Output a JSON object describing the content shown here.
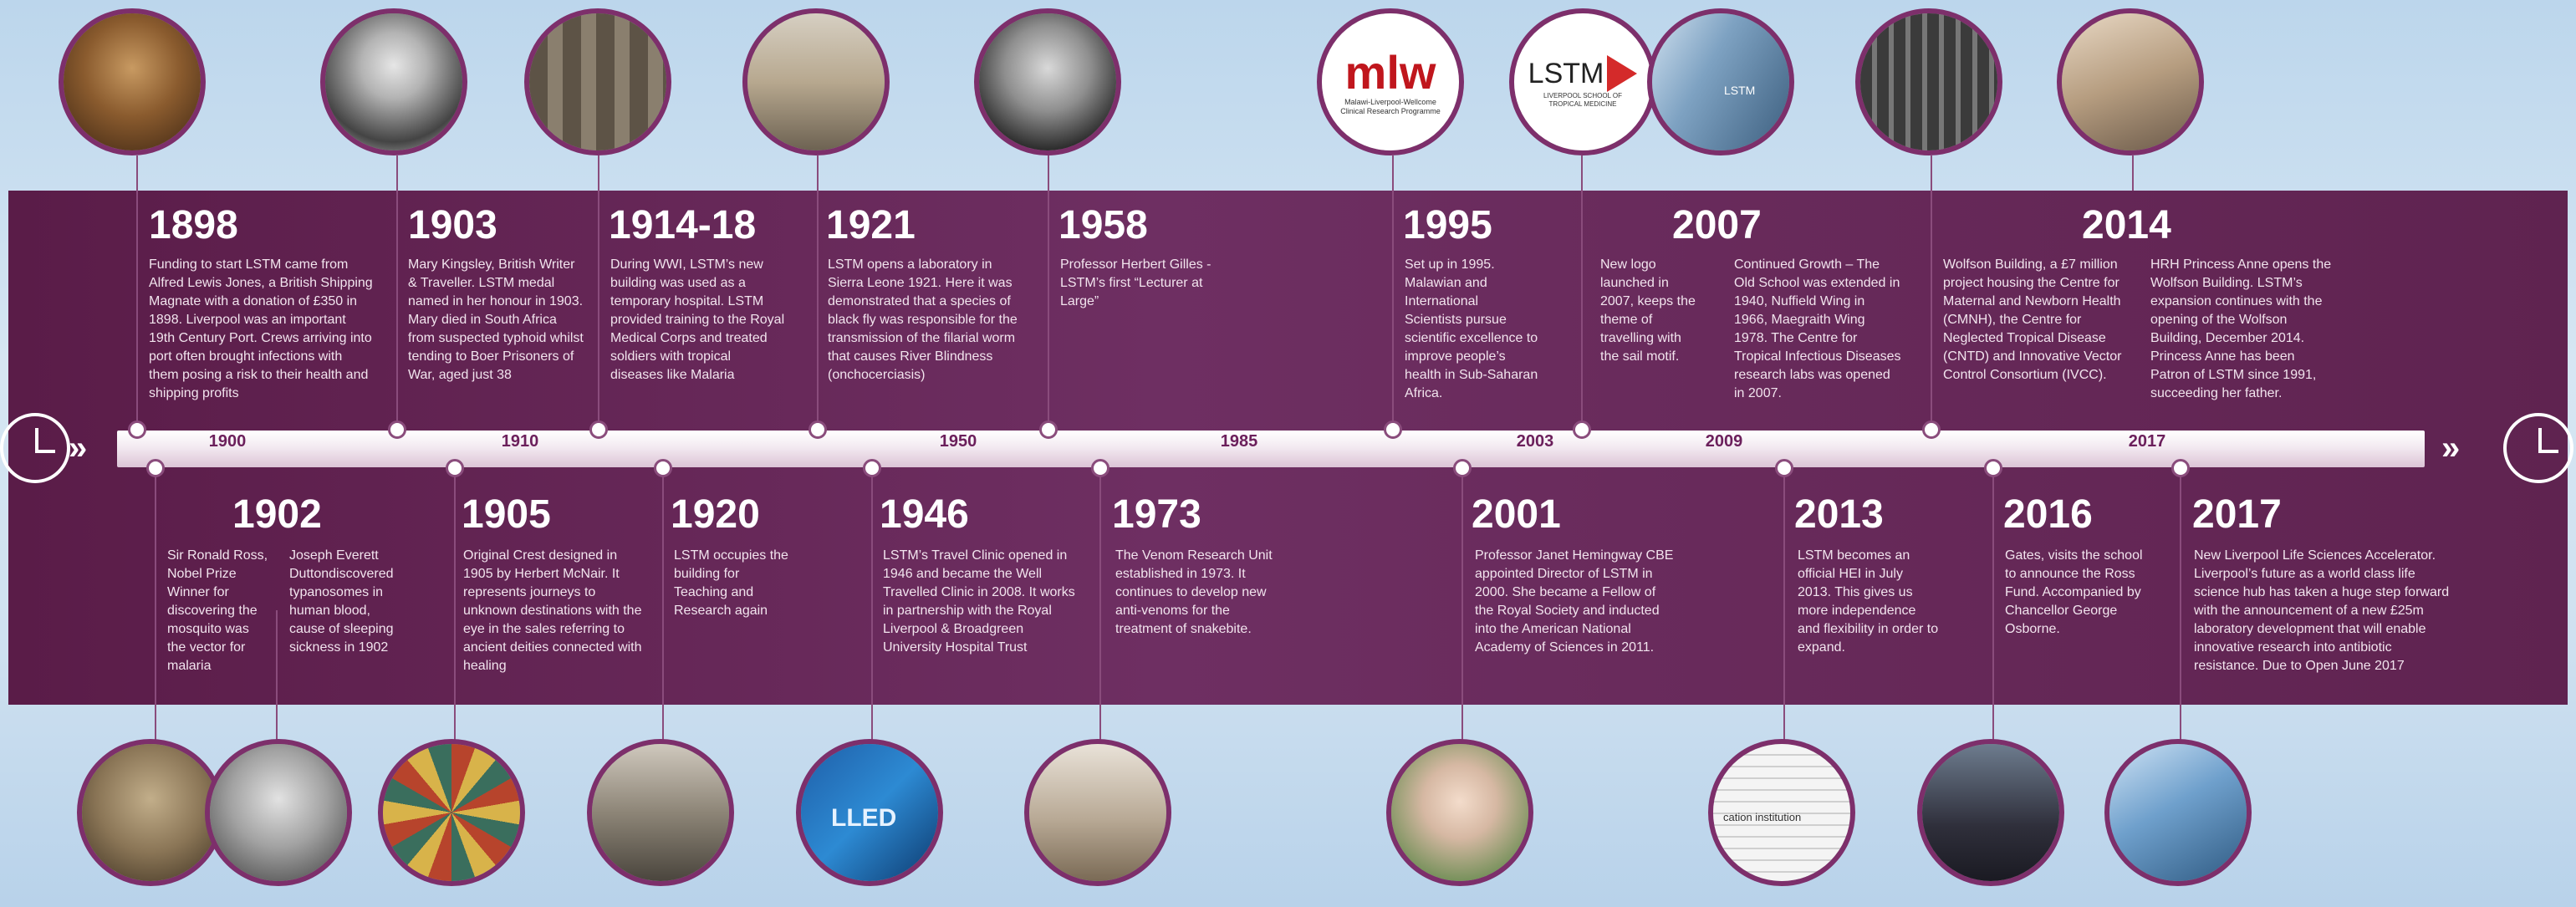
{
  "decades": [
    "1900",
    "1910",
    "1950",
    "1985",
    "2003",
    "2009",
    "2017"
  ],
  "top": [
    {
      "year": "1898",
      "text": "Funding to start LSTM came from Alfred Lewis Jones, a British Shipping Magnate with a donation of £350 in 1898. Liverpool was an important 19th Century Port. Crews arriving into port often brought infections with them posing a risk to their health and shipping profits"
    },
    {
      "year": "1903",
      "text": "Mary Kingsley, British Writer & Traveller. LSTM medal named in her honour in 1903. Mary died in South Africa from suspected typhoid whilst tending to Boer Prisoners of War, aged just 38"
    },
    {
      "year": "1914-18",
      "text": "During WWI, LSTM’s new building was used as a temporary hospital. LSTM provided training to the Royal Medical Corps and treated soldiers with tropical diseases like Malaria"
    },
    {
      "year": "1921",
      "text": "LSTM opens a laboratory in Sierra Leone 1921. Here it was demonstrated that a species of black fly was responsible for the transmission of the filarial worm that causes River Blindness (onchocerciasis)"
    },
    {
      "year": "1958",
      "text": "Professor Herbert Gilles - LSTM’s first “Lecturer at Large”"
    },
    {
      "year": "1995",
      "text": "Set up in 1995. Malawian and International Scientists pursue scientific excellence to improve people’s health in Sub-Saharan Africa."
    },
    {
      "year": "2007",
      "text_a": "New logo launched in 2007, keeps the theme of travelling with the sail motif.",
      "text_b": "Continued Growth – The Old School was extended in 1940, Nuffield Wing in 1966, Maegraith Wing 1978. The Centre for Tropical Infectious Diseases research labs was opened in 2007."
    },
    {
      "year": "2014",
      "text_a": "Wolfson Building, a £7 million project housing the Centre for Maternal and Newborn Health (CMNH), the Centre for Neglected Tropical Disease (CNTD) and Innovative Vector Control Consortium (IVCC).",
      "text_b": "HRH Princess Anne opens the Wolfson Building. LSTM’s expansion continues with the opening of the Wolfson Building, December 2014. Princess Anne has been Patron of LSTM since 1991, succeeding her father."
    }
  ],
  "bottom": [
    {
      "year": "1902",
      "text_a": "Sir Ronald Ross, Nobel Prize Winner for discovering the mosquito was the vector for malaria",
      "text_b": "Joseph Everett Duttondiscovered typanosomes in human blood, cause of sleeping sickness in 1902"
    },
    {
      "year": "1905",
      "text": "Original Crest designed in 1905 by Herbert McNair. It represents journeys to unknown destinations with the eye in the sales referring to ancient deities connected with healing"
    },
    {
      "year": "1920",
      "text": "LSTM occupies the building for Teaching and Research again"
    },
    {
      "year": "1946",
      "text": "LSTM’s Travel Clinic opened in 1946 and became the Well Travelled Clinic in 2008. It works in partnership with the Royal Liverpool & Broadgreen University Hospital Trust"
    },
    {
      "year": "1973",
      "text": "The Venom Research Unit established in 1973. It continues to develop new anti-venoms for the treatment of snakebite."
    },
    {
      "year": "2001",
      "text": "Professor Janet Hemingway CBE appointed Director of LSTM in 2000. She became a Fellow of the Royal Society and inducted into the American National Academy of Sciences in 2011."
    },
    {
      "year": "2013",
      "text": "LSTM becomes an official HEI in July 2013. This gives us more independence and flexibility in order to expand."
    },
    {
      "year": "2016",
      "text": "Gates, visits the school to announce the Ross Fund. Accompanied by Chancellor George Osborne."
    },
    {
      "year": "2017",
      "text": "New Liverpool Life Sciences Accelerator. Liverpool’s future as a world class life science hub has taken a huge step forward with the announcement of a new £25m laboratory development that will enable innovative research into antibiotic resistance. Due to Open June 2017"
    }
  ],
  "logos": {
    "mlw_mark": "mlw",
    "mlw_caption": "Malawi-Liverpool-Wellcome Clinical Research Programme",
    "lstm_mark": "LSTM",
    "lstm_caption": "LIVERPOOL SCHOOL OF TROPICAL MEDICINE",
    "sign_text": "LSTM",
    "banner_text": "LLED",
    "doc_text": "cation institution"
  },
  "colors": {
    "band": "#6e2f62",
    "axis": "#ffffff",
    "decade": "#6b1f5b",
    "ring": "#7d2f6b"
  },
  "icons": [
    "clock-icon",
    "chevrons-icon"
  ]
}
